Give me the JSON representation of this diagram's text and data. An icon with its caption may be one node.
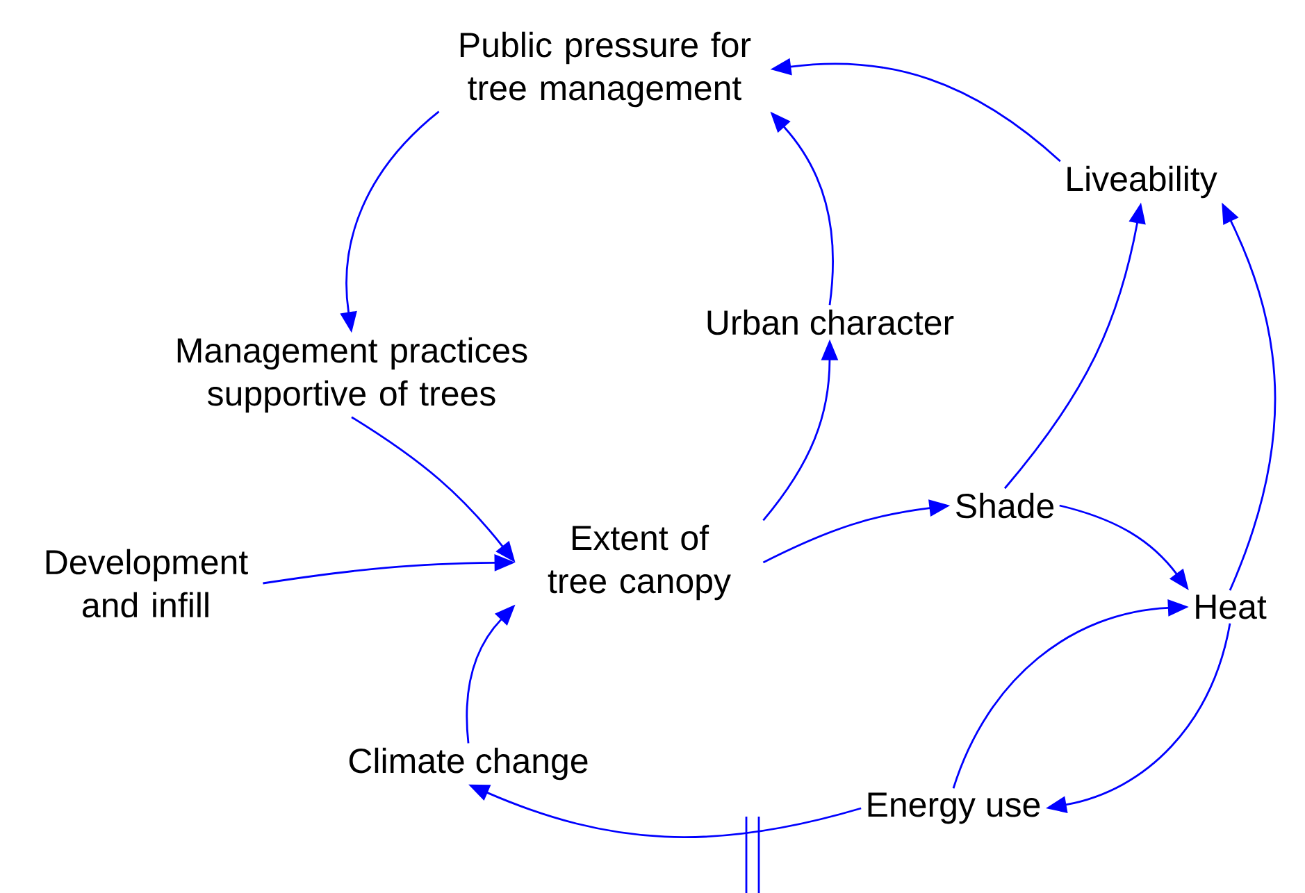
{
  "diagram": {
    "nodes": [
      {
        "text": [
          "Public pressure for tree management"
        ]
      },
      {
        "text": [
          "Liveability"
        ]
      },
      {
        "text": [
          "Urban character"
        ]
      },
      {
        "text": [
          "Management practices supportive of trees"
        ]
      },
      {
        "text": [
          "Extent of tree canopy"
        ]
      },
      {
        "text": [
          "Shade"
        ]
      },
      {
        "text": [
          "Development and infill"
        ]
      },
      {
        "text": [
          "Heat"
        ]
      },
      {
        "text": [
          "Climate change"
        ]
      },
      {
        "text": [
          "Energy use"
        ]
      }
    ],
    "edges": [
      {
        "from": 1,
        "to": 0,
        "arrow": "to"
      },
      {
        "from": 0,
        "to": 3,
        "arrow": "to"
      },
      {
        "from": 2,
        "to": 0,
        "arrow": "to"
      },
      {
        "from": 4,
        "to": 2,
        "arrow": "to"
      },
      {
        "from": 3,
        "to": 4,
        "arrow": "to"
      },
      {
        "from": 4,
        "to": 5,
        "arrow": "to"
      },
      {
        "from": 5,
        "to": 1,
        "arrow": "to"
      },
      {
        "from": 5,
        "to": 7,
        "arrow": "to"
      },
      {
        "from": 7,
        "to": 1,
        "arrow": "to"
      },
      {
        "from": 6,
        "to": 4,
        "arrow": "to"
      },
      {
        "from": 8,
        "to": 4,
        "arrow": "to"
      },
      {
        "from": 7,
        "to": 9,
        "arrow": "to"
      },
      {
        "from": 9,
        "to": 7,
        "arrow": "to"
      },
      {
        "from": 9,
        "to": 8,
        "arrow": "to"
      }
    ]
  }
}
